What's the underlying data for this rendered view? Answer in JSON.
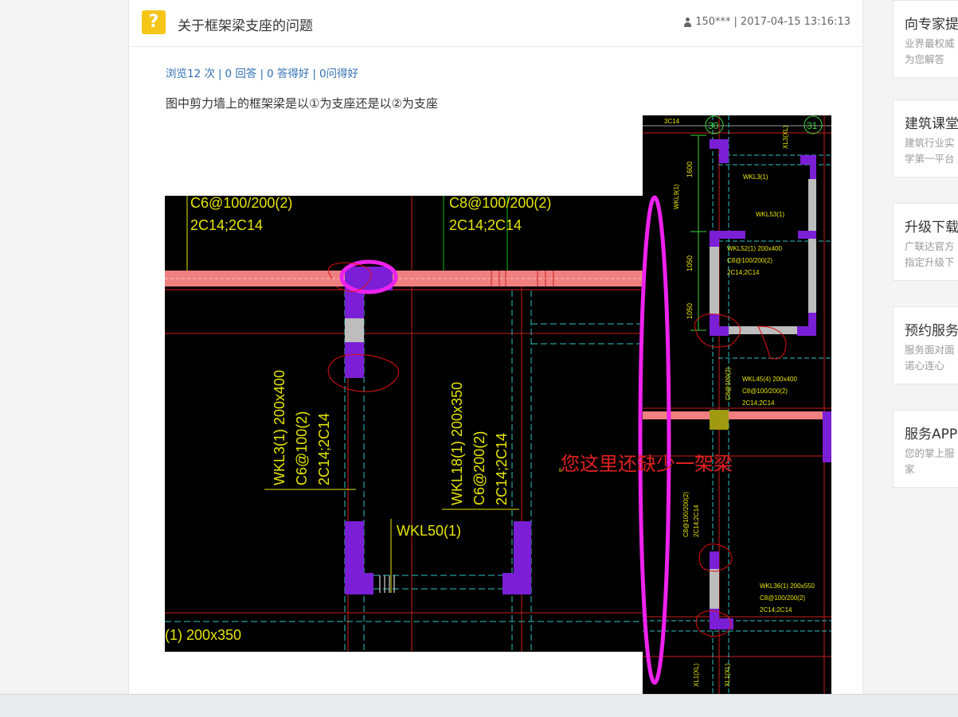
{
  "question": {
    "title": "关于框架梁支座的问题",
    "user": "150***",
    "datetime": "2017-04-15 13:16:13",
    "body": "图中剪力墙上的框架梁是以①为支座还是以②为支座"
  },
  "stats": {
    "views": "浏览12 次",
    "answers": "0 回答",
    "good_answers": "0 答得好",
    "good_questions": "0问得好"
  },
  "drawing": {
    "left_labels": {
      "top1": "C6@100/200(2)",
      "top2": "2C14;2C14",
      "top3": "C8@100/200(2)",
      "top4": "2C14;2C14",
      "wkl3": "WKL3(1) 200x400",
      "wkl3_b": "C6@100(2)",
      "wkl3_c": "2C14;2C14",
      "wkl18": "WKL18(1) 200x350",
      "wkl18_b": "C6@200(2)",
      "wkl18_c": "2C14;2C14",
      "wkl50": "WKL50(1)",
      "bottom": "(1) 200x350"
    },
    "right_labels": {
      "c3": "3C14",
      "n30": "30",
      "n31": "31",
      "xl3": "XL3(XL)",
      "wkl9": "WKL9(1)",
      "wkl3s": "WKL3(1)",
      "wkl53": "WKL53(1)",
      "wkl52": "WKL52(1) 200x400",
      "wkl52_b": "C8@100/200(2)",
      "wkl52_c": "2C14;2C14",
      "d1600": "1600",
      "d1050a": "1050",
      "d1050b": "1050",
      "c8v": "C8@100(2)",
      "wkl45": "WKL45(4) 200x400",
      "wkl45_b": "C8@100/200(2)",
      "wkl45_c": "2C14;2C14",
      "v1": "C8@100/200(2)",
      "v2": "2C14;2C14",
      "wkl36": "WKL36(1) 200x550",
      "wkl36_b": "C8@100/200(2)",
      "wkl36_c": "2C14;2C14",
      "xl1a": "XL1(XL)",
      "xl1b": "XL1(XL)"
    },
    "annotation": "您这里还缺少一架梁"
  },
  "sidebar": [
    {
      "title": "向专家提",
      "line1": "业界最权威",
      "line2": "为您解答"
    },
    {
      "title": "建筑课堂",
      "line1": "建筑行业实",
      "line2": "学第一平台"
    },
    {
      "title": "升级下载",
      "line1": "广联达官方",
      "line2": "指定升级下"
    },
    {
      "title": "预约服务",
      "line1": "服务面对面",
      "line2": "诺心连心"
    },
    {
      "title": "服务APP",
      "line1": "您的掌上服",
      "line2": "家"
    }
  ],
  "colors": {
    "link": "#2f6fb3",
    "icon_bg": "#f5c518",
    "cad_bg": "#000000",
    "cad_text": "#e6e600",
    "wall": "#f08080",
    "column": "#7b1fd6",
    "markup": "#ee22ee",
    "annotation": "#e02020"
  }
}
